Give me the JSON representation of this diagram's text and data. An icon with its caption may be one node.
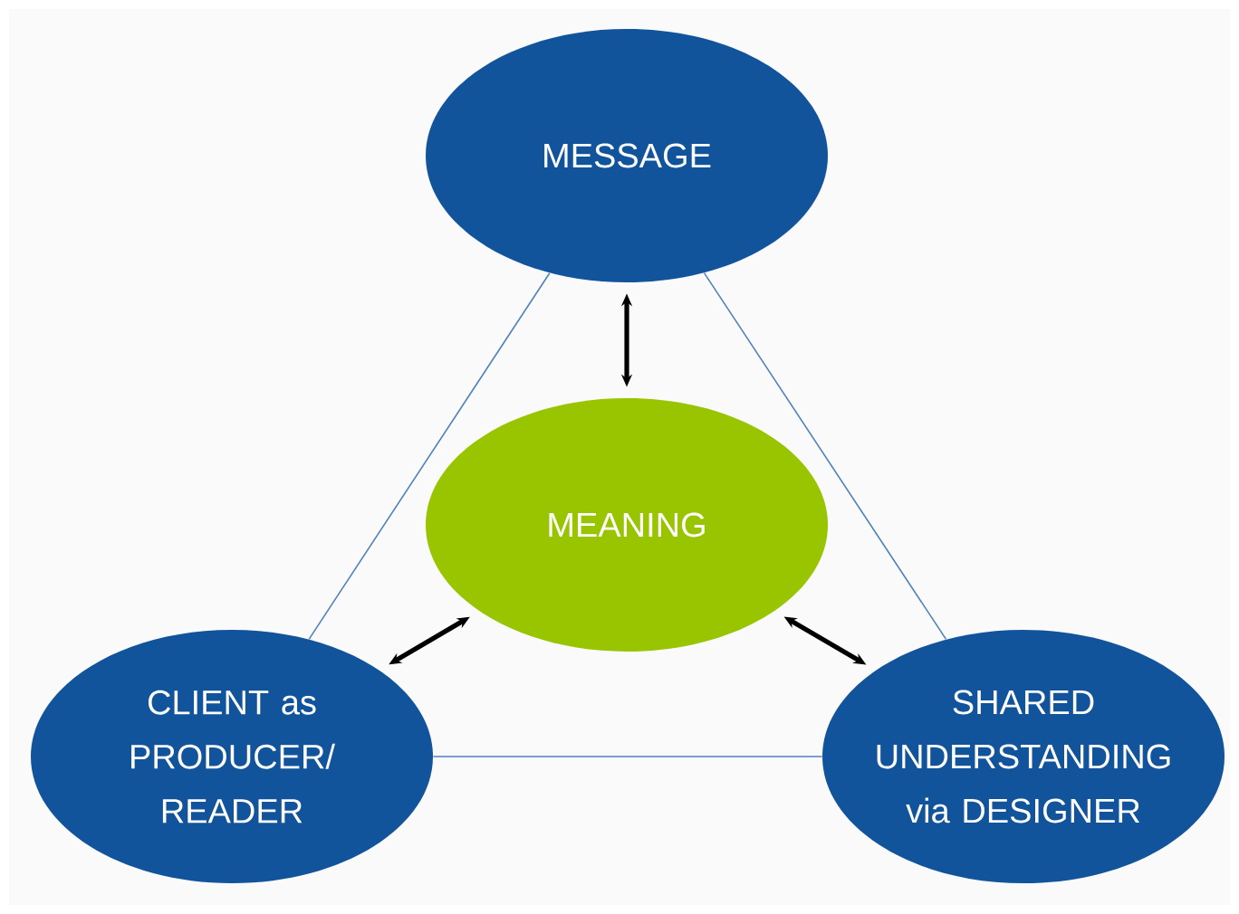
{
  "diagram": {
    "nodes": [
      {
        "text": [
          "MESSAGE"
        ]
      },
      {
        "text": [
          "MEANING"
        ]
      },
      {
        "text": [
          "CLIENT as PRODUCER/ READER"
        ]
      },
      {
        "text": [
          "SHARED UNDERSTANDING via DESIGNER"
        ]
      }
    ],
    "edges": [
      {
        "from": 0,
        "to": 2,
        "arrow": "none",
        "color": "#4f81bd"
      },
      {
        "from": 0,
        "to": 3,
        "arrow": "none",
        "color": "#4f81bd"
      },
      {
        "from": 2,
        "to": 3,
        "arrow": "none",
        "color": "#4f81bd"
      },
      {
        "from": 0,
        "to": 1,
        "arrow": "both",
        "style": "thick",
        "color": "#000000"
      },
      {
        "from": 1,
        "to": 2,
        "arrow": "both",
        "style": "thick",
        "color": "#000000"
      },
      {
        "from": 1,
        "to": 3,
        "arrow": "both",
        "style": "thick",
        "color": "#000000"
      }
    ]
  }
}
